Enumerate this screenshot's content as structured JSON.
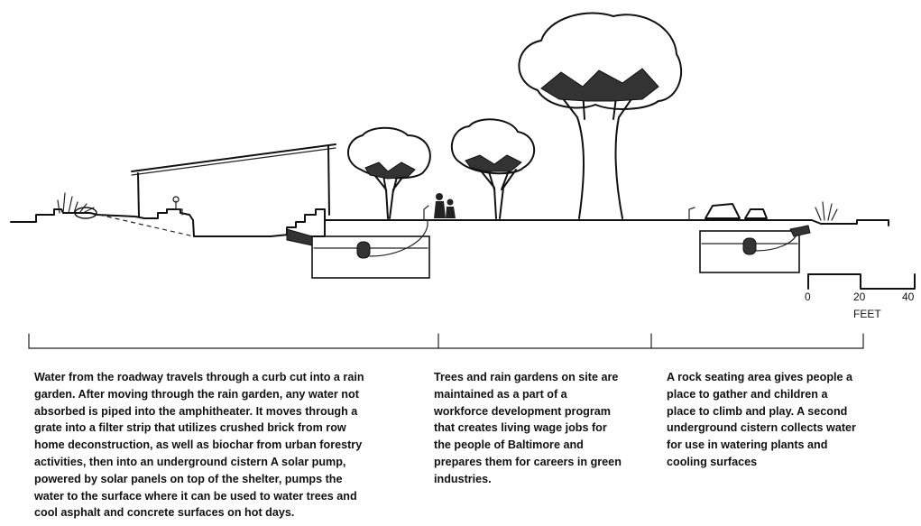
{
  "scale_bar": {
    "ticks": [
      "0",
      "20",
      "40"
    ],
    "unit": "FEET"
  },
  "sections": [
    {
      "text": "Water from the roadway travels through a curb cut into a rain\ngarden.  After moving through the rain garden, any water not\nabsorbed is piped into the amphitheater.  It moves through a\ngrate into a filter strip that utilizes crushed brick from row\nhome deconstruction, as well as biochar from urban forestry\nactivities, then into an underground cistern  A solar pump,\npowered by solar panels on top of the shelter, pumps the\nwater to the surface where it can be used to water trees and\ncool asphalt and concrete surfaces on hot days."
    },
    {
      "text": "Trees and rain gardens on site are\nmaintained as a part of a\nworkforce development program\nthat creates living wage jobs for\nthe people of Baltimore and\nprepares them for careers in green\nindustries."
    },
    {
      "text": "A rock seating area gives people a\nplace to gather and children a\nplace to climb and play.  A second\nunderground cistern collects water\nfor use in watering plants and\ncooling surfaces"
    }
  ]
}
